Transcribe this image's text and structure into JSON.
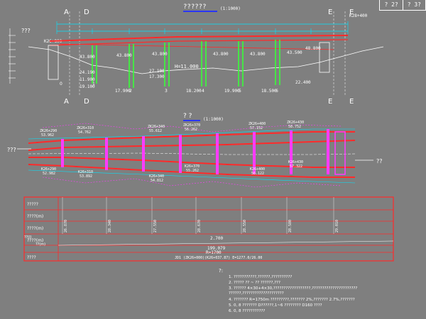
{
  "header": {
    "title": "??????",
    "title_scale": "(1:1000)",
    "corner_cells": [
      "? 2?",
      "? 3?"
    ]
  },
  "elevation": {
    "section_marks": [
      "A",
      "D",
      "E",
      "E",
      "A",
      "D",
      "E",
      "E"
    ],
    "left_side_label": "???",
    "left_station": "K26+800",
    "right_station": "K28+400",
    "axis_label": "H=11.000",
    "span_numbers": [
      "0",
      "1",
      "2",
      "3",
      "4",
      "5",
      "6"
    ],
    "pier_tops": [
      "43.800",
      "43.800",
      "43.800",
      "43.800",
      "43.800",
      "43.500",
      "48.800"
    ],
    "pier_bottoms": [
      "19.100",
      "17.300",
      "17.900",
      "18.200",
      "19.900",
      "18.500",
      "22.400"
    ],
    "mid_values": [
      "24.190",
      "27.100",
      "11.900"
    ]
  },
  "plan": {
    "title": "? ?",
    "scale": "(1:1000)",
    "left_arrow_label": "???",
    "right_arrow_label": "??",
    "top_stations": [
      "ZK26+290",
      "ZK26+310",
      "ZK26+340",
      "ZK26+370",
      "ZK26+400",
      "ZK26+430"
    ],
    "top_values": [
      "53.962",
      "54.762",
      "55.612",
      "56.262",
      "57.152",
      "58.752"
    ],
    "bottom_stations": [
      "K26+290",
      "K26+310",
      "K26+340",
      "K26+370",
      "K26+400",
      "K26+430"
    ],
    "bottom_values": [
      "52.982",
      "53.892",
      "54.812",
      "55.262",
      "56.122",
      "57.322"
    ]
  },
  "table": {
    "row_labels": [
      "?????",
      "????(m)",
      "????(m)",
      "????(m)",
      "??(l)",
      "??(m)",
      "????"
    ],
    "design_elevations": [
      "26.870",
      "28.340",
      "27.550",
      "28.670",
      "28.550",
      "28.580",
      "29.010"
    ],
    "mid_value": "2.700",
    "bottom_value": "199.079",
    "formula_line": "R=1700",
    "formula_sub": "JD1 (ZK26+000)(K26+037.87) E=1277.0/26.00"
  },
  "notes": {
    "heading": "?:",
    "items": [
      "1. ???????????,??????,??????????",
      "2. ????? ?? ~ ?? ??????,???",
      "3. ?????? 4×30+4×30,??????????????????,??????????????????????",
      "    ??????,????????????????????",
      "4. ??????? R=1750m ?????????,??????? 2%,??????? 2.7%,???????",
      "5. 0, 8 ??????? D??????,1~6 ???????? D160 ????",
      "6. 0, 8 ???????????"
    ]
  },
  "colors": {
    "background": "#7f7f7f",
    "deck": "#ff2a2a",
    "pier": "#38ff38",
    "cyan": "#00e5ff",
    "magenta": "#ff3bff",
    "blue": "#2a36ff",
    "white": "#ffffff",
    "yellow": "#ffff55"
  }
}
